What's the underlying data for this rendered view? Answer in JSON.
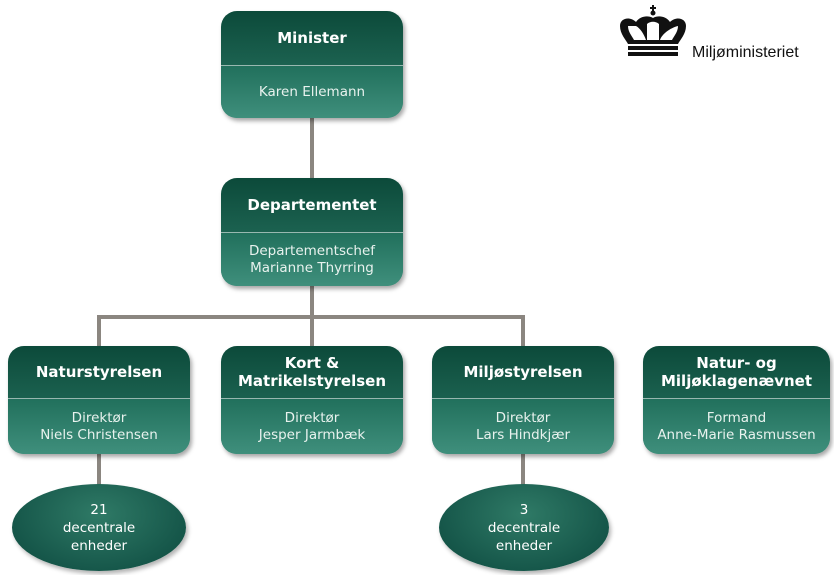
{
  "logo": {
    "text": "Miljøministeriet",
    "icon": "crown-icon"
  },
  "boxes": {
    "minister": {
      "title": "Minister",
      "lines": [
        "Karen Ellemann"
      ]
    },
    "departementet": {
      "title": "Departementet",
      "lines": [
        "Departementschef",
        "Marianne Thyrring"
      ]
    },
    "naturstyrelsen": {
      "title": "Naturstyrelsen",
      "lines": [
        "Direktør",
        "Niels Christensen"
      ]
    },
    "kort": {
      "title_lines": [
        "Kort &",
        "Matrikelstyrelsen"
      ],
      "lines": [
        "Direktør",
        "Jesper Jarmbæk"
      ]
    },
    "miljostyrelsen": {
      "title": "Miljøstyrelsen",
      "lines": [
        "Direktør",
        "Lars Hindkjær"
      ]
    },
    "klagenaevnet": {
      "title_lines": [
        "Natur- og",
        "Miljøklagenævnet"
      ],
      "lines": [
        "Formand",
        "Anne-Marie Rasmussen"
      ]
    }
  },
  "ovals": {
    "natur_units": [
      "21",
      "decentrale",
      "enheder"
    ],
    "miljo_units": [
      "3",
      "decentrale",
      "enheder"
    ]
  },
  "colors": {
    "box_dark": "#0c4a3a",
    "box_light": "#3f8f7c",
    "connector": "#8b8680"
  }
}
